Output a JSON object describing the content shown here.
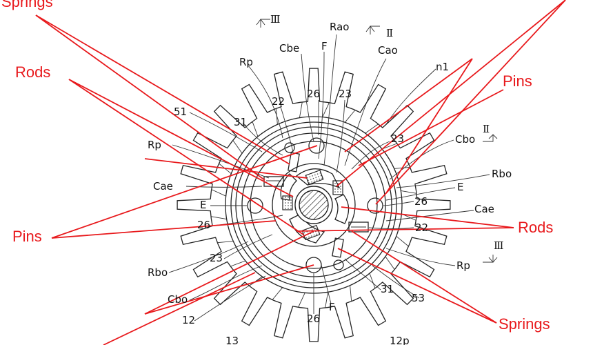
{
  "accent": "#e8191c",
  "callouts": {
    "springs_top": "Springs",
    "rods_left": "Rods",
    "pins_right": "Pins",
    "pins_left": "Pins",
    "rods_right": "Rods",
    "springs_bottom": "Springs"
  },
  "labels": {
    "III_top": "Ⅲ",
    "Rao": "Rao",
    "II_top": "Ⅱ",
    "Cbe": "Cbe",
    "F_top": "F",
    "Cao": "Cao",
    "Rp_top": "Rp",
    "n1": "n1",
    "22_top": "22",
    "26_top": "26",
    "23_top": "23",
    "51": "51",
    "31_top": "31",
    "23_right": "23",
    "Cbo_right": "Cbo",
    "II_right": "Ⅱ",
    "Rp_left": "Rp",
    "Rbo_right": "Rbo",
    "Cae_left": "Cae",
    "E_right": "E",
    "E_left": "E",
    "26_right": "26",
    "Cae_right": "Cae",
    "26_left": "26",
    "22_right": "22",
    "III_right": "Ⅲ",
    "23_left": "23",
    "Rbo_left": "Rbo",
    "Rp_right": "Rp",
    "Cbo_left": "Cbo",
    "31_bottom": "31",
    "53": "53",
    "12": "12",
    "26_bottom": "26",
    "F_bottom": "F",
    "13": "13",
    "12p": "12p"
  }
}
